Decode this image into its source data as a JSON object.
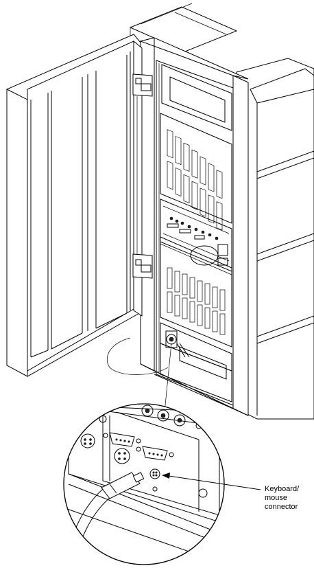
{
  "figure": {
    "callout_label_lines": [
      "Keyboard/",
      "mouse",
      "connector"
    ]
  },
  "colors": {
    "line": "#000000",
    "background": "#ffffff"
  }
}
